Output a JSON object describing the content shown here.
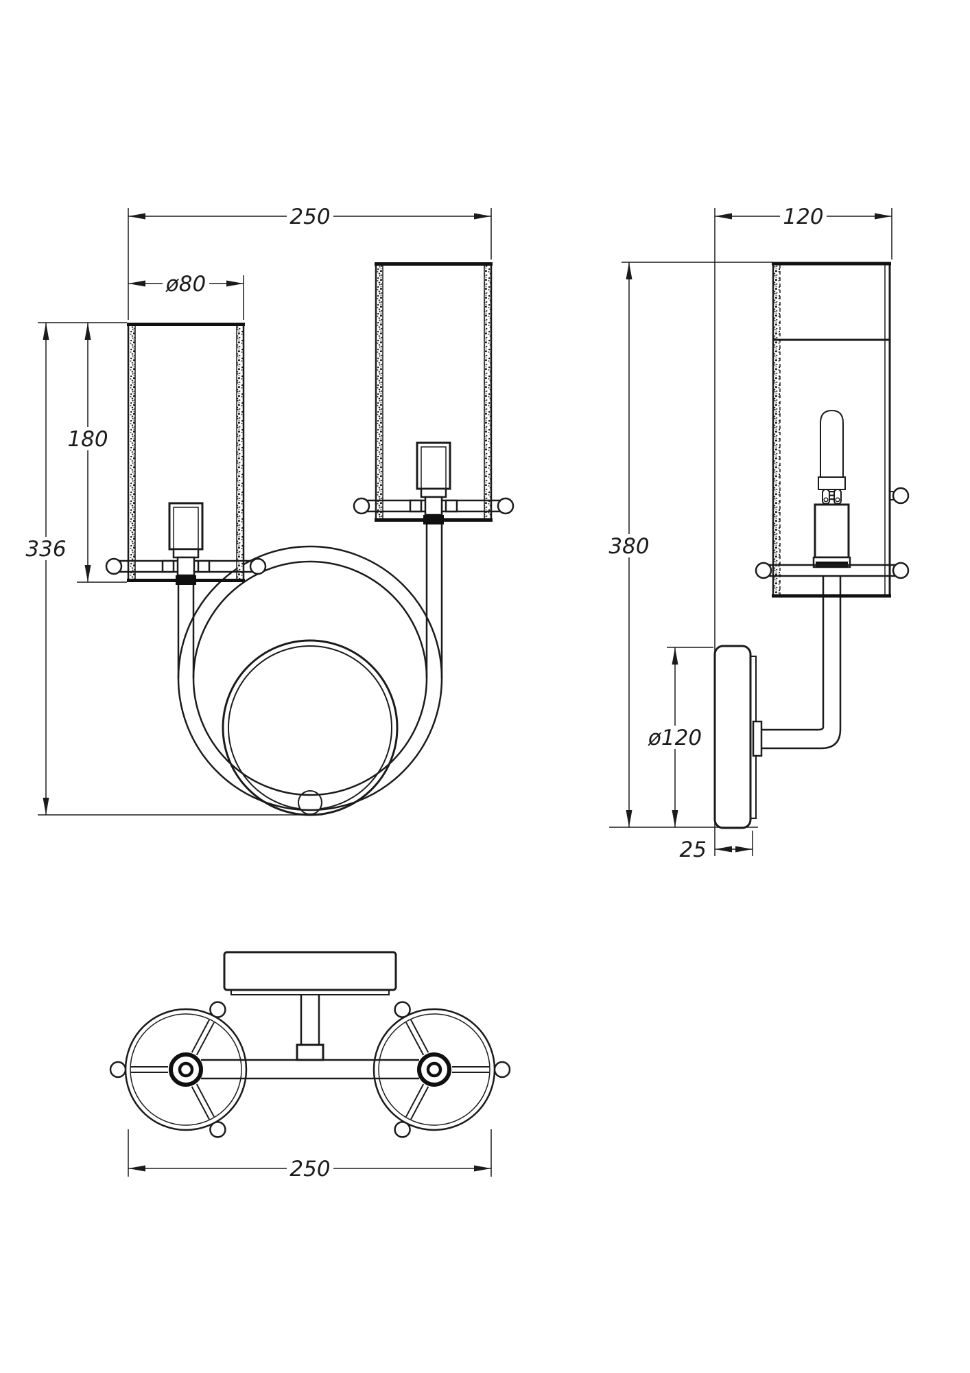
{
  "views": {
    "front": {
      "overall_width": "250",
      "shade_diameter": "ø80",
      "shade_height": "180",
      "body_height": "336"
    },
    "side": {
      "depth": "120",
      "total_height": "380",
      "backplate_diameter": "ø120",
      "backplate_thickness": "25"
    },
    "top": {
      "overall_width": "250"
    }
  }
}
